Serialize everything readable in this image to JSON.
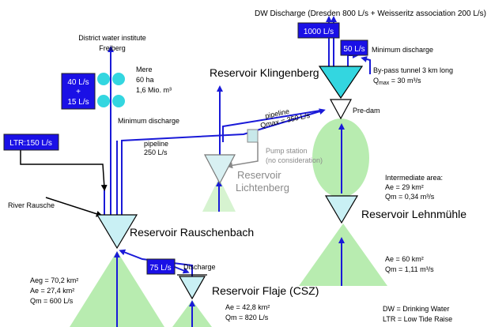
{
  "header": {
    "dw_discharge": "DW Discharge (Dresden 800 L/s + Weisseritz association 200 L/s)"
  },
  "badges": {
    "b1000": "1000 L/s",
    "b50": "50 L/s",
    "b40": "40 L/s",
    "b_plus": "+",
    "b15": "15 L/s",
    "ltr": "LTR:150 L/s",
    "b75": "75 L/s"
  },
  "labels": {
    "district_1": "District water institute",
    "district_2": "Freiberg",
    "mere_1": "Mere",
    "mere_2": "60 ha",
    "mere_3": "1,6 Mio. m³",
    "min_discharge_left": "Minimum discharge",
    "min_discharge_right": "Minimum discharge",
    "reservoir_klingenberg": "Reservoir Klingenberg",
    "bypass_1": "By-pass tunnel 3 km long",
    "bypass_q": "Q",
    "bypass_q_sub": "max",
    "bypass_q_val": " = 30 m³/s",
    "pipeline_right_1": "pipeline",
    "pipeline_right_2": "Qmax = 350 L/s",
    "pre_dam": "Pre-dam",
    "pipeline_left_1": "pipeline",
    "pipeline_left_2": "250 L/s",
    "pump_1": "Pump station",
    "pump_2": "(no consideration)",
    "res_lichtenberg_1": "Reservoir",
    "res_lichtenberg_2": "Lichtenberg",
    "intermediate_1": "Intermediate area:",
    "intermediate_2": "Ae = 29 km²",
    "intermediate_3": "Qm = 0,34 m³/s",
    "river_rausche": "River Rausche",
    "reservoir_rauschenbach": "Reservoir Rauschenbach",
    "reservoir_lehnmuehle": "Reservoir Lehnmühle",
    "discharge": "Discharge",
    "aeg": "Aeg = 70,2 km²",
    "ae_rausch": "Ae = 27,4 km²",
    "qm_rausch": "Qm = 600 L/s",
    "reservoir_flaje": "Reservoir Flaje (CSZ)",
    "ae_flaje": "Ae = 42,8 km²",
    "qm_flaje": "Qm = 820 L/s",
    "ae_lehn": "Ae = 60 km²",
    "qm_lehn": "Qm = 1,11 m³/s",
    "legend_dw": "DW = Drinking Water",
    "legend_ltr": "LTR = Low Tide Raise"
  },
  "colors": {
    "badge": "#1a10e6",
    "line": "#1a1ad8",
    "cyan": "#33d6e0",
    "green": "#b8ecb0",
    "pale_green": "#d6f3d0",
    "gray": "#8a8a8a",
    "pump": "#c8e8ea"
  }
}
